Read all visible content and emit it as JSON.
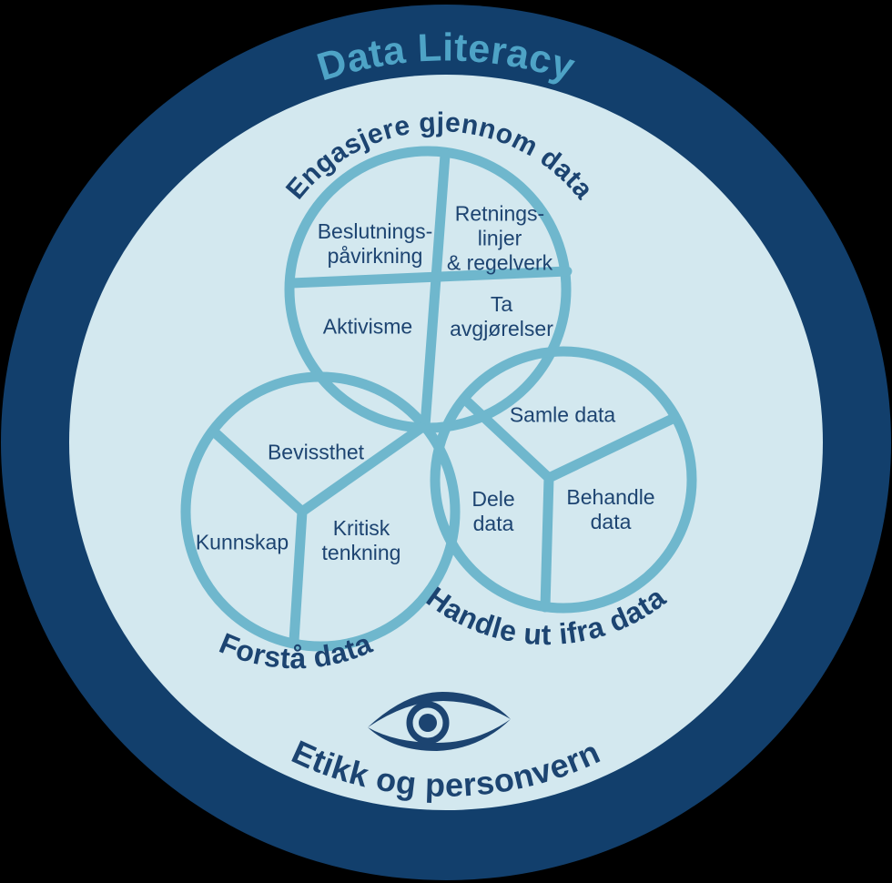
{
  "title": "Data Literacy",
  "colors": {
    "outer_ring_navy": "#123F6C",
    "inner_background": "#D3E8EF",
    "circle_stroke_blue": "#6FB7CD",
    "text_navy": "#1D4471",
    "title_blue": "#4EA3C6"
  },
  "clusters": {
    "engage": {
      "heading": "Engasjere gjennom data",
      "segments": {
        "decision_influence": "Beslutnings-\npåvirkning",
        "guidelines_regulations": "Retnings-\nlinjer\n& regelverk",
        "activism": "Aktivisme",
        "make_decisions": "Ta\navgjørelser"
      }
    },
    "understand": {
      "heading": "Forstå data",
      "segments": {
        "awareness": "Bevissthet",
        "knowledge": "Kunnskap",
        "critical_thinking": "Kritisk\ntenkning"
      }
    },
    "act": {
      "heading": "Handle ut ifra data",
      "segments": {
        "collect_data": "Samle data",
        "share_data": "Dele\ndata",
        "process_data": "Behandle\ndata"
      }
    }
  },
  "footer": {
    "heading": "Etikk og personvern",
    "icon": "eye-icon"
  }
}
